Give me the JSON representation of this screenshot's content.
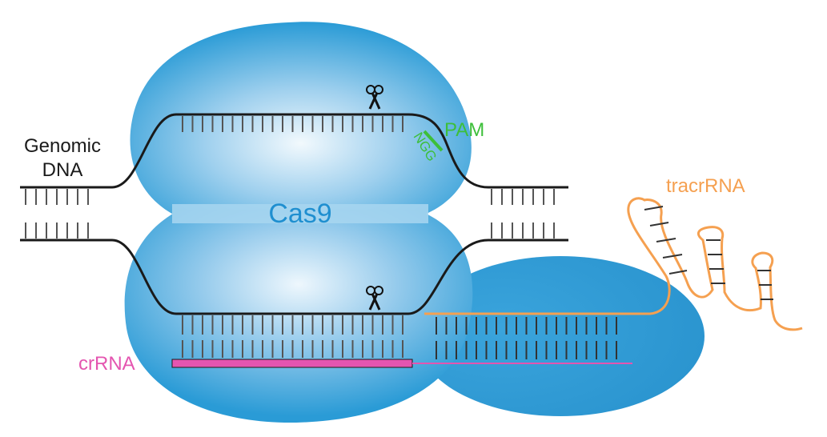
{
  "labels": {
    "genomic_dna_line1": "Genomic",
    "genomic_dna_line2": "DNA",
    "cas9": "Cas9",
    "pam": "PAM",
    "pam_sequence": "NGG",
    "tracrrna": "tracrRNA",
    "crrna": "crRNA"
  },
  "colors": {
    "cas9_blue": "#2a9bd6",
    "cas9_center": "#eaf5fc",
    "cas9_label": "#1f8fd0",
    "pam_green": "#3dbf3a",
    "tracrrna_orange": "#f5a050",
    "crrna_pink": "#e455b0",
    "dna_black": "#1a1a1a",
    "base_gray": "#555555"
  },
  "icons": {
    "top_scissors": "scissors-icon",
    "bottom_scissors": "scissors-icon"
  }
}
